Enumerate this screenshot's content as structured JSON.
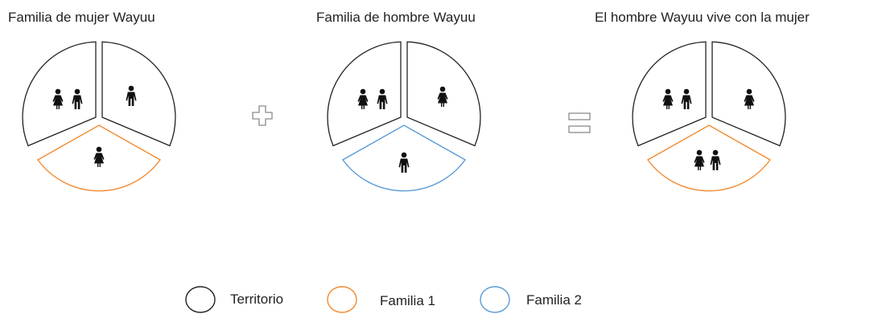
{
  "titles": {
    "woman_family": "Familia de mujer Wayuu",
    "man_family": "Familia de hombre Wayuu",
    "result": "El hombre Wayuu vive con la mujer"
  },
  "legend": {
    "territorio": "Territorio",
    "familia1": "Familia 1",
    "familia2": "Familia 2"
  },
  "colors": {
    "territorio": "#222222",
    "familia1": "#f28a30",
    "familia2": "#5b9bd5"
  }
}
